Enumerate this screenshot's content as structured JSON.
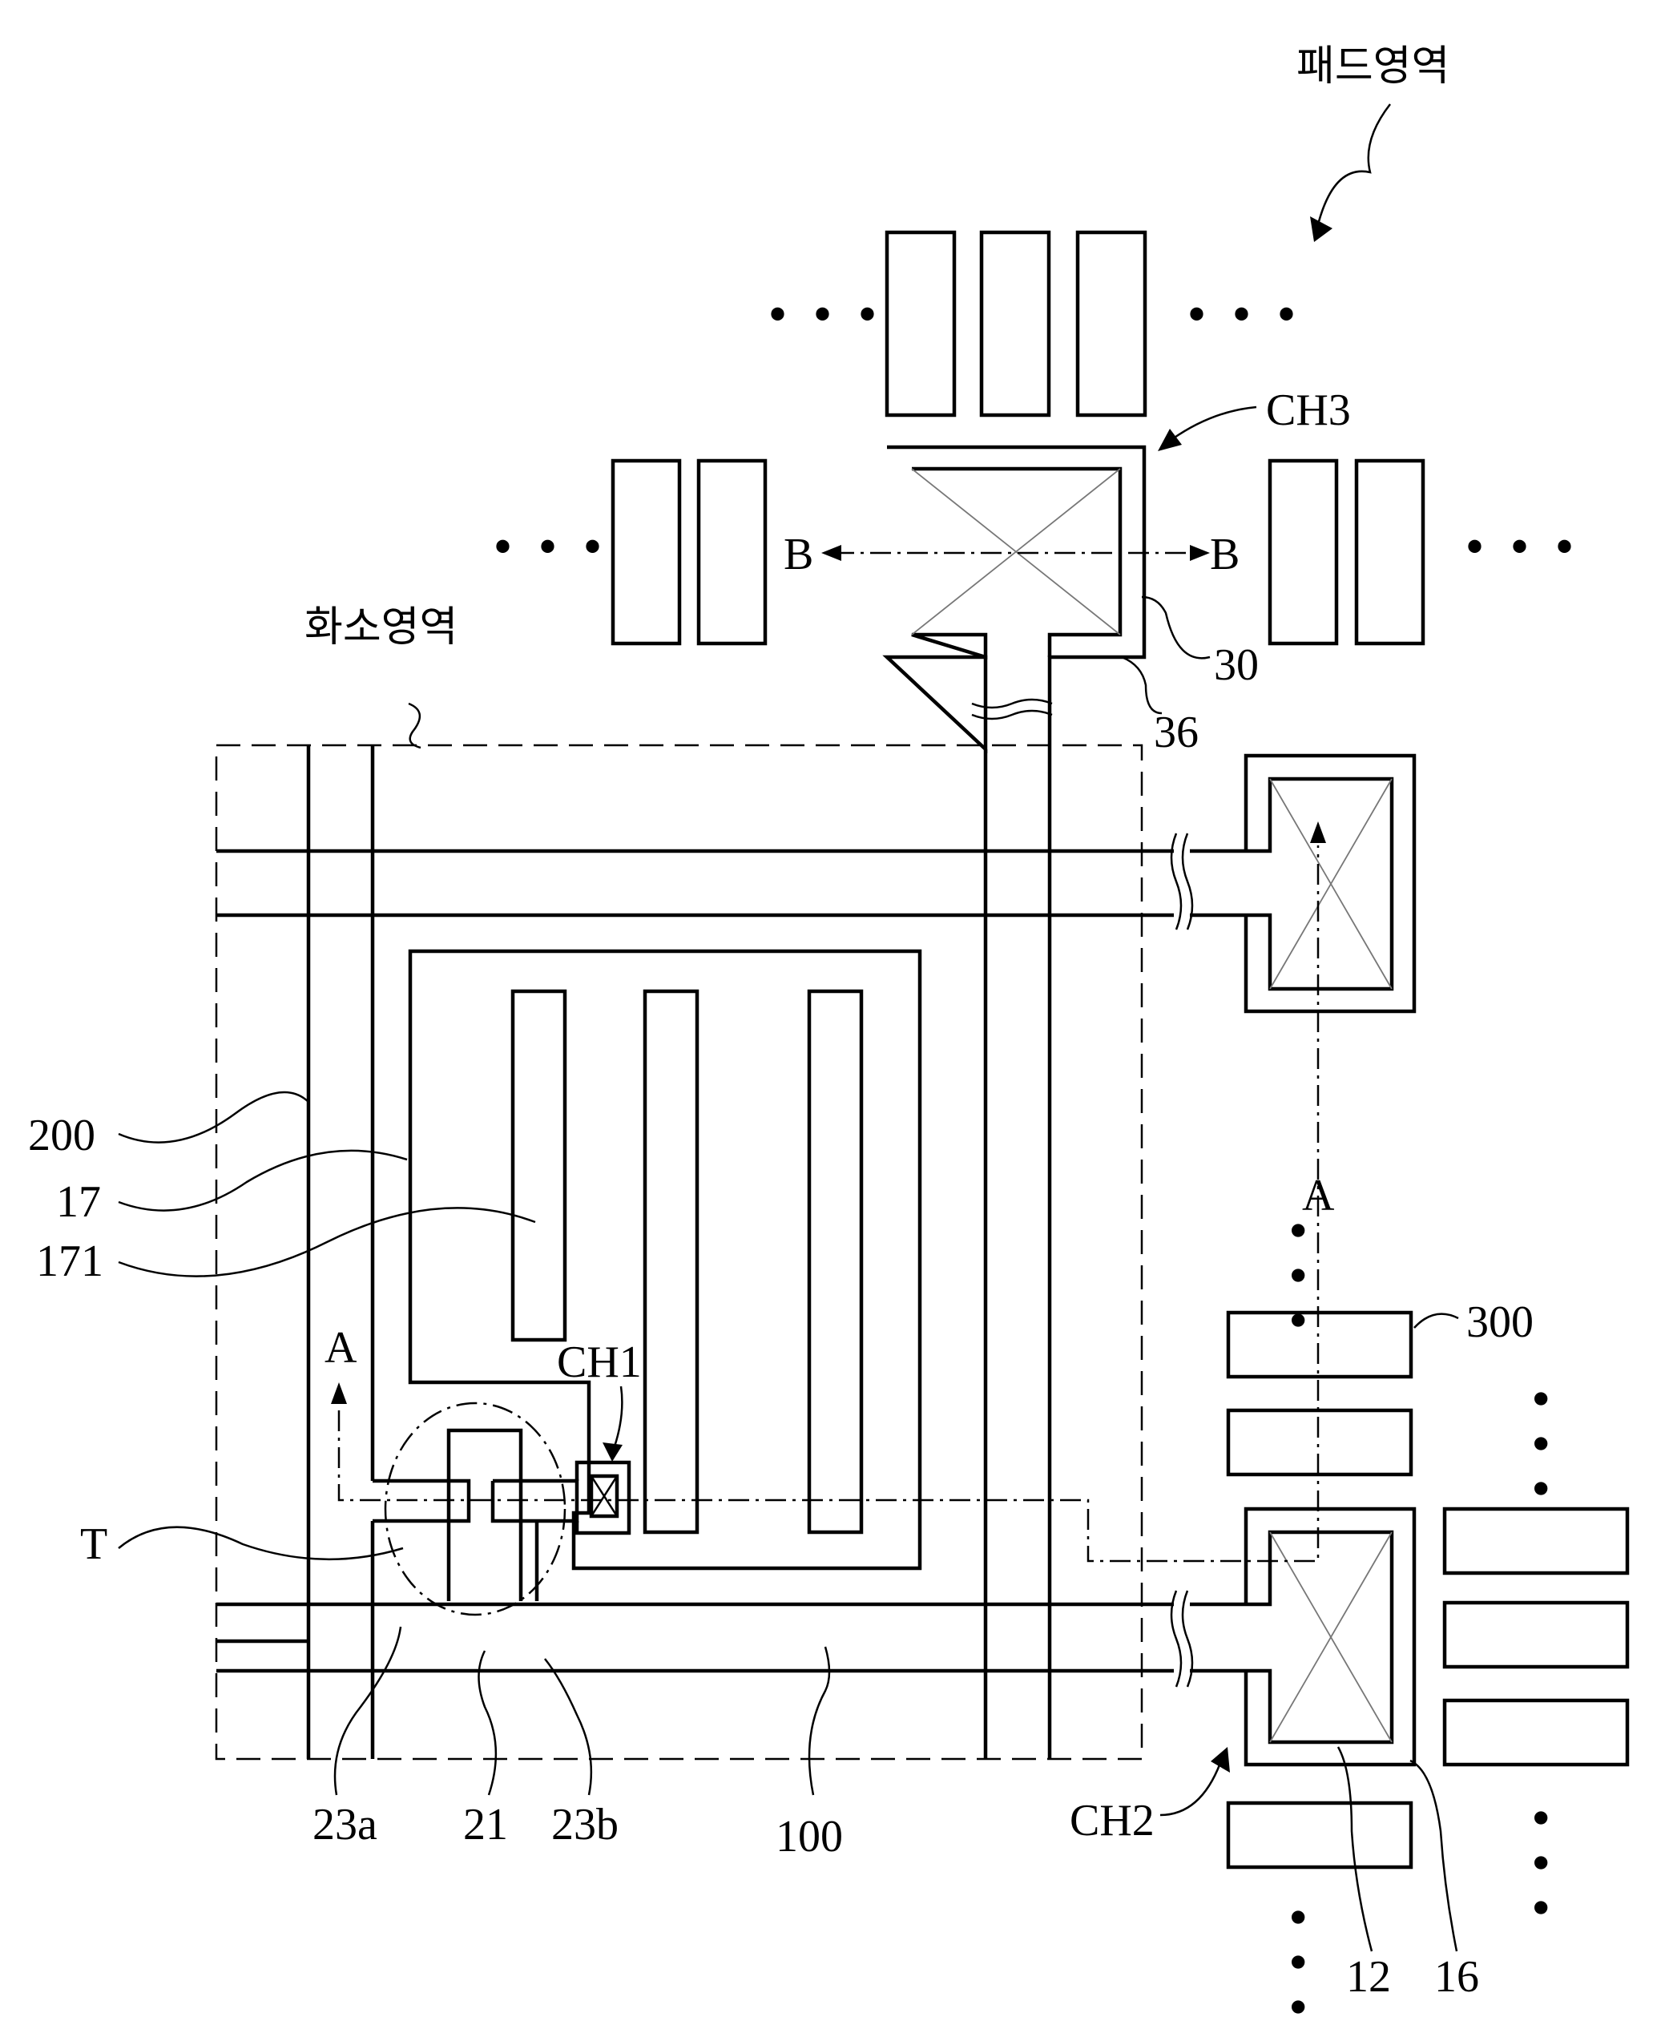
{
  "labels": {
    "pad_region": "패드영역",
    "pixel_region": "화소영역",
    "ch3": "CH3",
    "ch1": "CH1",
    "ch2": "CH2",
    "b_left": "B",
    "b_right": "B",
    "a_left": "A",
    "a_right": "A",
    "n30": "30",
    "n36": "36",
    "n200": "200",
    "n17": "17",
    "n171": "171",
    "n300": "300",
    "t": "T",
    "n23a": "23a",
    "n21": "21",
    "n23b": "23b",
    "n100": "100",
    "n12": "12",
    "n16": "16"
  },
  "ellipsis": "• • •"
}
